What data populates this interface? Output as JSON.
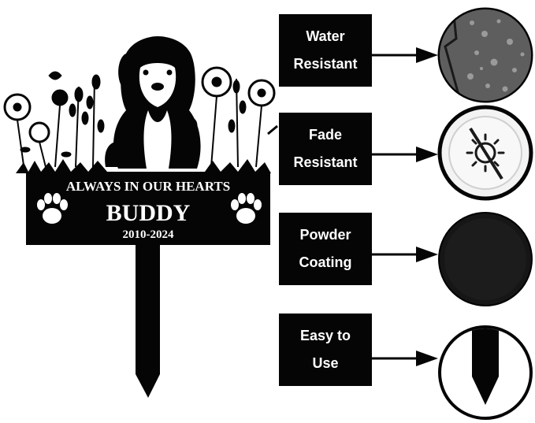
{
  "plaque": {
    "line1": "ALWAYS IN OUR HEARTS",
    "name": "BUDDY",
    "dates": "2010-2024",
    "color": "#050505"
  },
  "features": [
    {
      "line1": "Water",
      "line2": "Resistant",
      "icon": "water-droplets-texture"
    },
    {
      "line1": "Fade",
      "line2": "Resistant",
      "icon": "no-sun-icon"
    },
    {
      "line1": "Powder",
      "line2": "Coating",
      "icon": "powder-texture"
    },
    {
      "line1": "Easy to",
      "line2": "Use",
      "icon": "stake-tip-icon"
    }
  ]
}
